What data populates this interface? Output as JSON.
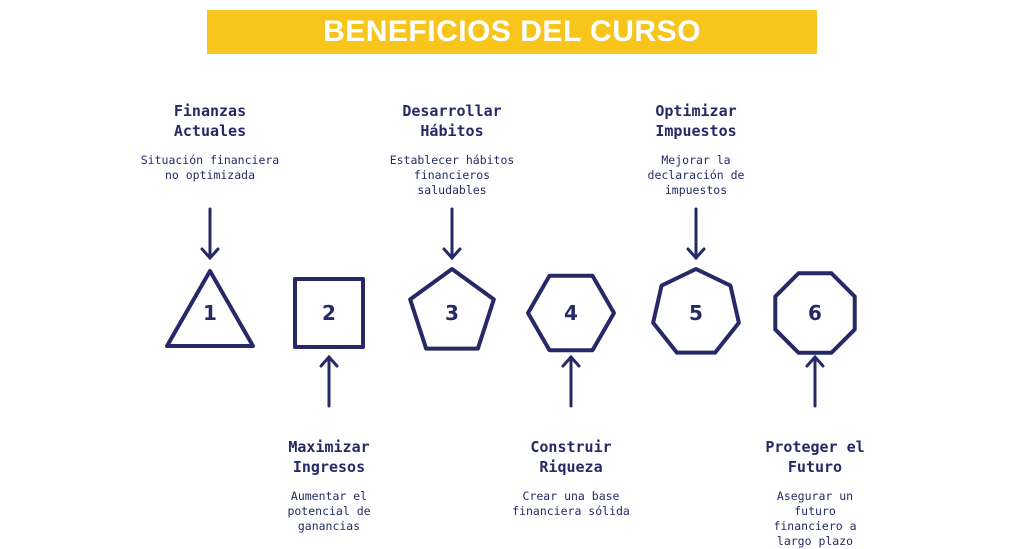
{
  "title": "BENEFICIOS DEL CURSO",
  "colors": {
    "banner": "#f7c51b",
    "ink": "#252a66"
  },
  "steps": [
    {
      "number": "1",
      "shape": "triangle",
      "title": "Finanzas Actuales",
      "description": "Situación financiera no optimizada",
      "position": "top"
    },
    {
      "number": "2",
      "shape": "square",
      "title": "Maximizar Ingresos",
      "description": "Aumentar el potencial de ganancias",
      "position": "bottom"
    },
    {
      "number": "3",
      "shape": "pentagon",
      "title": "Desarrollar Hábitos",
      "description": "Establecer hábitos financieros saludables",
      "position": "top"
    },
    {
      "number": "4",
      "shape": "hexagon",
      "title": "Construir Riqueza",
      "description": "Crear una base financiera sólida",
      "position": "bottom"
    },
    {
      "number": "5",
      "shape": "heptagon",
      "title": "Optimizar Impuestos",
      "description": "Mejorar la declaración de impuestos",
      "position": "top"
    },
    {
      "number": "6",
      "shape": "octagon",
      "title": "Proteger el Futuro",
      "description": "Asegurar un futuro financiero a largo plazo",
      "position": "bottom"
    }
  ]
}
